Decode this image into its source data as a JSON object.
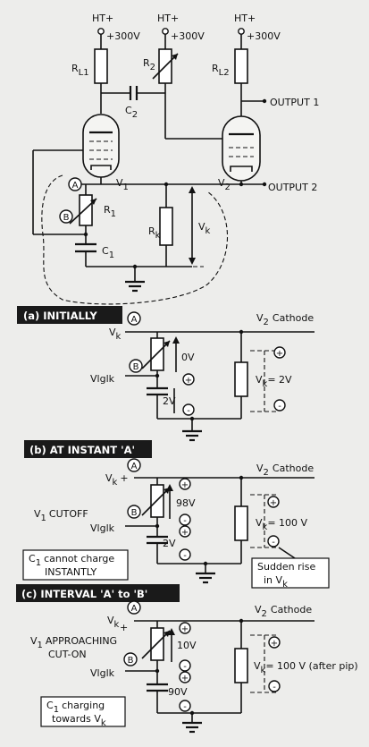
{
  "supply": {
    "ht_label": "HT+",
    "voltage": "+300V"
  },
  "circuit": {
    "rl1": "R",
    "rl1_sub": "L1",
    "r2": "R",
    "r2_sub": "2",
    "rl2": "R",
    "rl2_sub": "L2",
    "c2": "C",
    "c2_sub": "2",
    "v1": "V",
    "v1_sub": "1",
    "v2": "V",
    "v2_sub": "2",
    "r1": "R",
    "r1_sub": "1",
    "rk": "R",
    "rk_sub": "k",
    "c1": "C",
    "c1_sub": "1",
    "vk": "V",
    "vk_sub": "k",
    "output1": "OUTPUT 1",
    "output2": "OUTPUT 2",
    "point_a": "A",
    "point_b": "B"
  },
  "panels": [
    {
      "heading": "(a) INITIALLY",
      "vk_label": "V",
      "vk_label_sub": "k",
      "cathode_label": "V",
      "cathode_sub": "2",
      "cathode_word": "Cathode",
      "vglk": "Vlglk",
      "r1_voltage": "0V",
      "c1_voltage": "2V",
      "rk_voltage": "V",
      "rk_voltage_sub": "k",
      "rk_voltage_val": "= 2V",
      "signs": [
        "+",
        "-",
        "+",
        "-"
      ]
    },
    {
      "heading": "(b) AT INSTANT 'A'",
      "vk_label": "V",
      "vk_label_sub": "k",
      "vk_plus": "+",
      "cathode_label": "V",
      "cathode_sub": "2",
      "cathode_word": "Cathode",
      "status": "V",
      "status_sub": "1",
      "status_text": "CUTOFF",
      "vglk": "Vlglk",
      "r1_voltage": "98V",
      "c1_voltage": "2V",
      "rk_voltage": "V",
      "rk_voltage_sub": "k",
      "rk_voltage_val": "= 100 V",
      "note_left_1": "C",
      "note_left_1_sub": "1",
      "note_left_1_text": "cannot charge",
      "note_left_2": "INSTANTLY",
      "note_right_1": "Sudden rise",
      "note_right_2": "in V",
      "note_right_2_sub": "k",
      "signs": [
        "+",
        "-",
        "+",
        "-",
        "+",
        "-"
      ]
    },
    {
      "heading": "(c) INTERVAL 'A' to 'B'",
      "vk_label": "V",
      "vk_label_sub": "k",
      "vk_plus": "+",
      "cathode_label": "V",
      "cathode_sub": "2",
      "cathode_word": "Cathode",
      "status": "V",
      "status_sub": "1",
      "status_text": "APPROACHING",
      "status_text_2": "CUT-ON",
      "vglk": "Vlglk",
      "r1_voltage": "10V",
      "c1_voltage": "90V",
      "rk_voltage": "V",
      "rk_voltage_sub": "k",
      "rk_voltage_val": "= 100 V (after pip)",
      "note_left_1": "C",
      "note_left_1_sub": "1",
      "note_left_1_text": "charging",
      "note_left_2": "towards V",
      "note_left_2_sub": "k",
      "signs": [
        "+",
        "-",
        "+",
        "-",
        "+",
        "-"
      ]
    }
  ]
}
